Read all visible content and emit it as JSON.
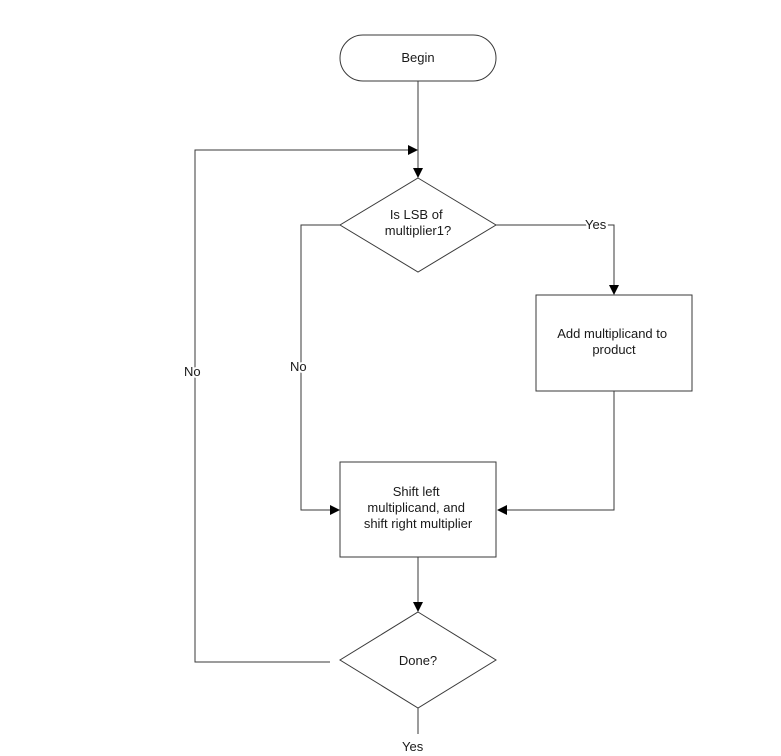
{
  "nodes": {
    "begin": {
      "lines": [
        "Begin"
      ]
    },
    "lsb_check": {
      "lines": [
        "Is LSB of",
        "multiplier1?"
      ]
    },
    "add": {
      "lines": [
        "Add multiplicand to",
        "product"
      ]
    },
    "shift": {
      "lines": [
        "Shift left",
        "multiplicand, and",
        "shift right multiplier"
      ]
    },
    "done": {
      "lines": [
        "Done?"
      ]
    }
  },
  "edges": {
    "lsb_yes": "Yes",
    "lsb_no": "No",
    "done_no": "No",
    "done_yes": "Yes"
  }
}
